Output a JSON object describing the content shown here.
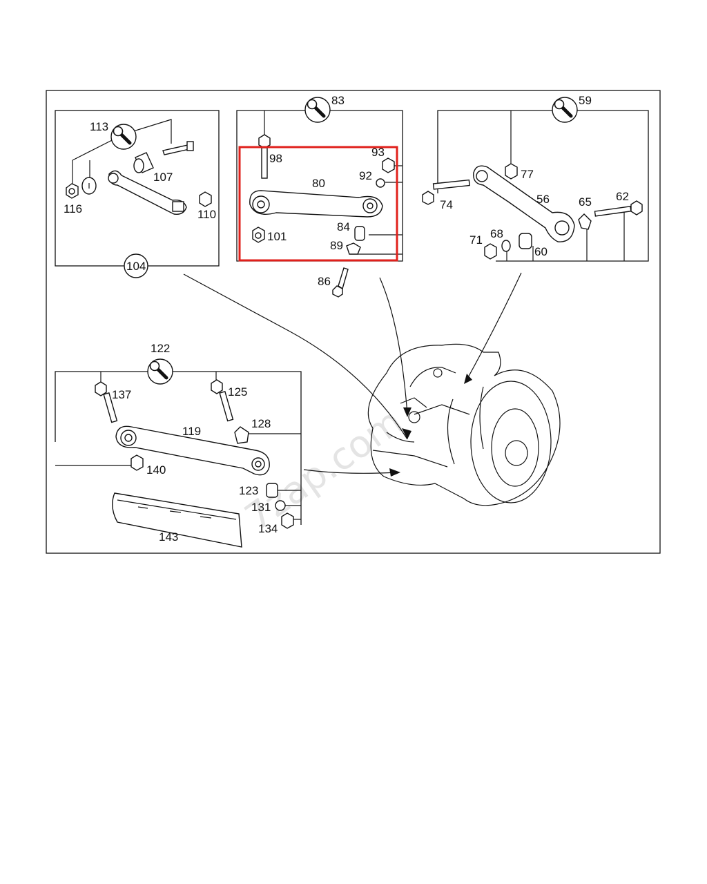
{
  "watermark": "7zap.com",
  "highlight_color": "#e0201b",
  "icons": [
    "wrench-icon"
  ],
  "groups": {
    "left_top": {
      "group_no": "104",
      "torque_ref": "113",
      "parts": [
        "107",
        "116",
        "110"
      ]
    },
    "center_top": {
      "torque_ref": "83",
      "parts": [
        "98",
        "80",
        "93",
        "92",
        "84",
        "89",
        "101",
        "86"
      ]
    },
    "right_top": {
      "torque_ref": "59",
      "parts": [
        "77",
        "74",
        "56",
        "65",
        "62",
        "71",
        "68",
        "60"
      ]
    },
    "lower_left": {
      "torque_ref": "122",
      "parts": [
        "137",
        "125",
        "119",
        "128",
        "140",
        "123",
        "131",
        "134",
        "143"
      ]
    }
  }
}
